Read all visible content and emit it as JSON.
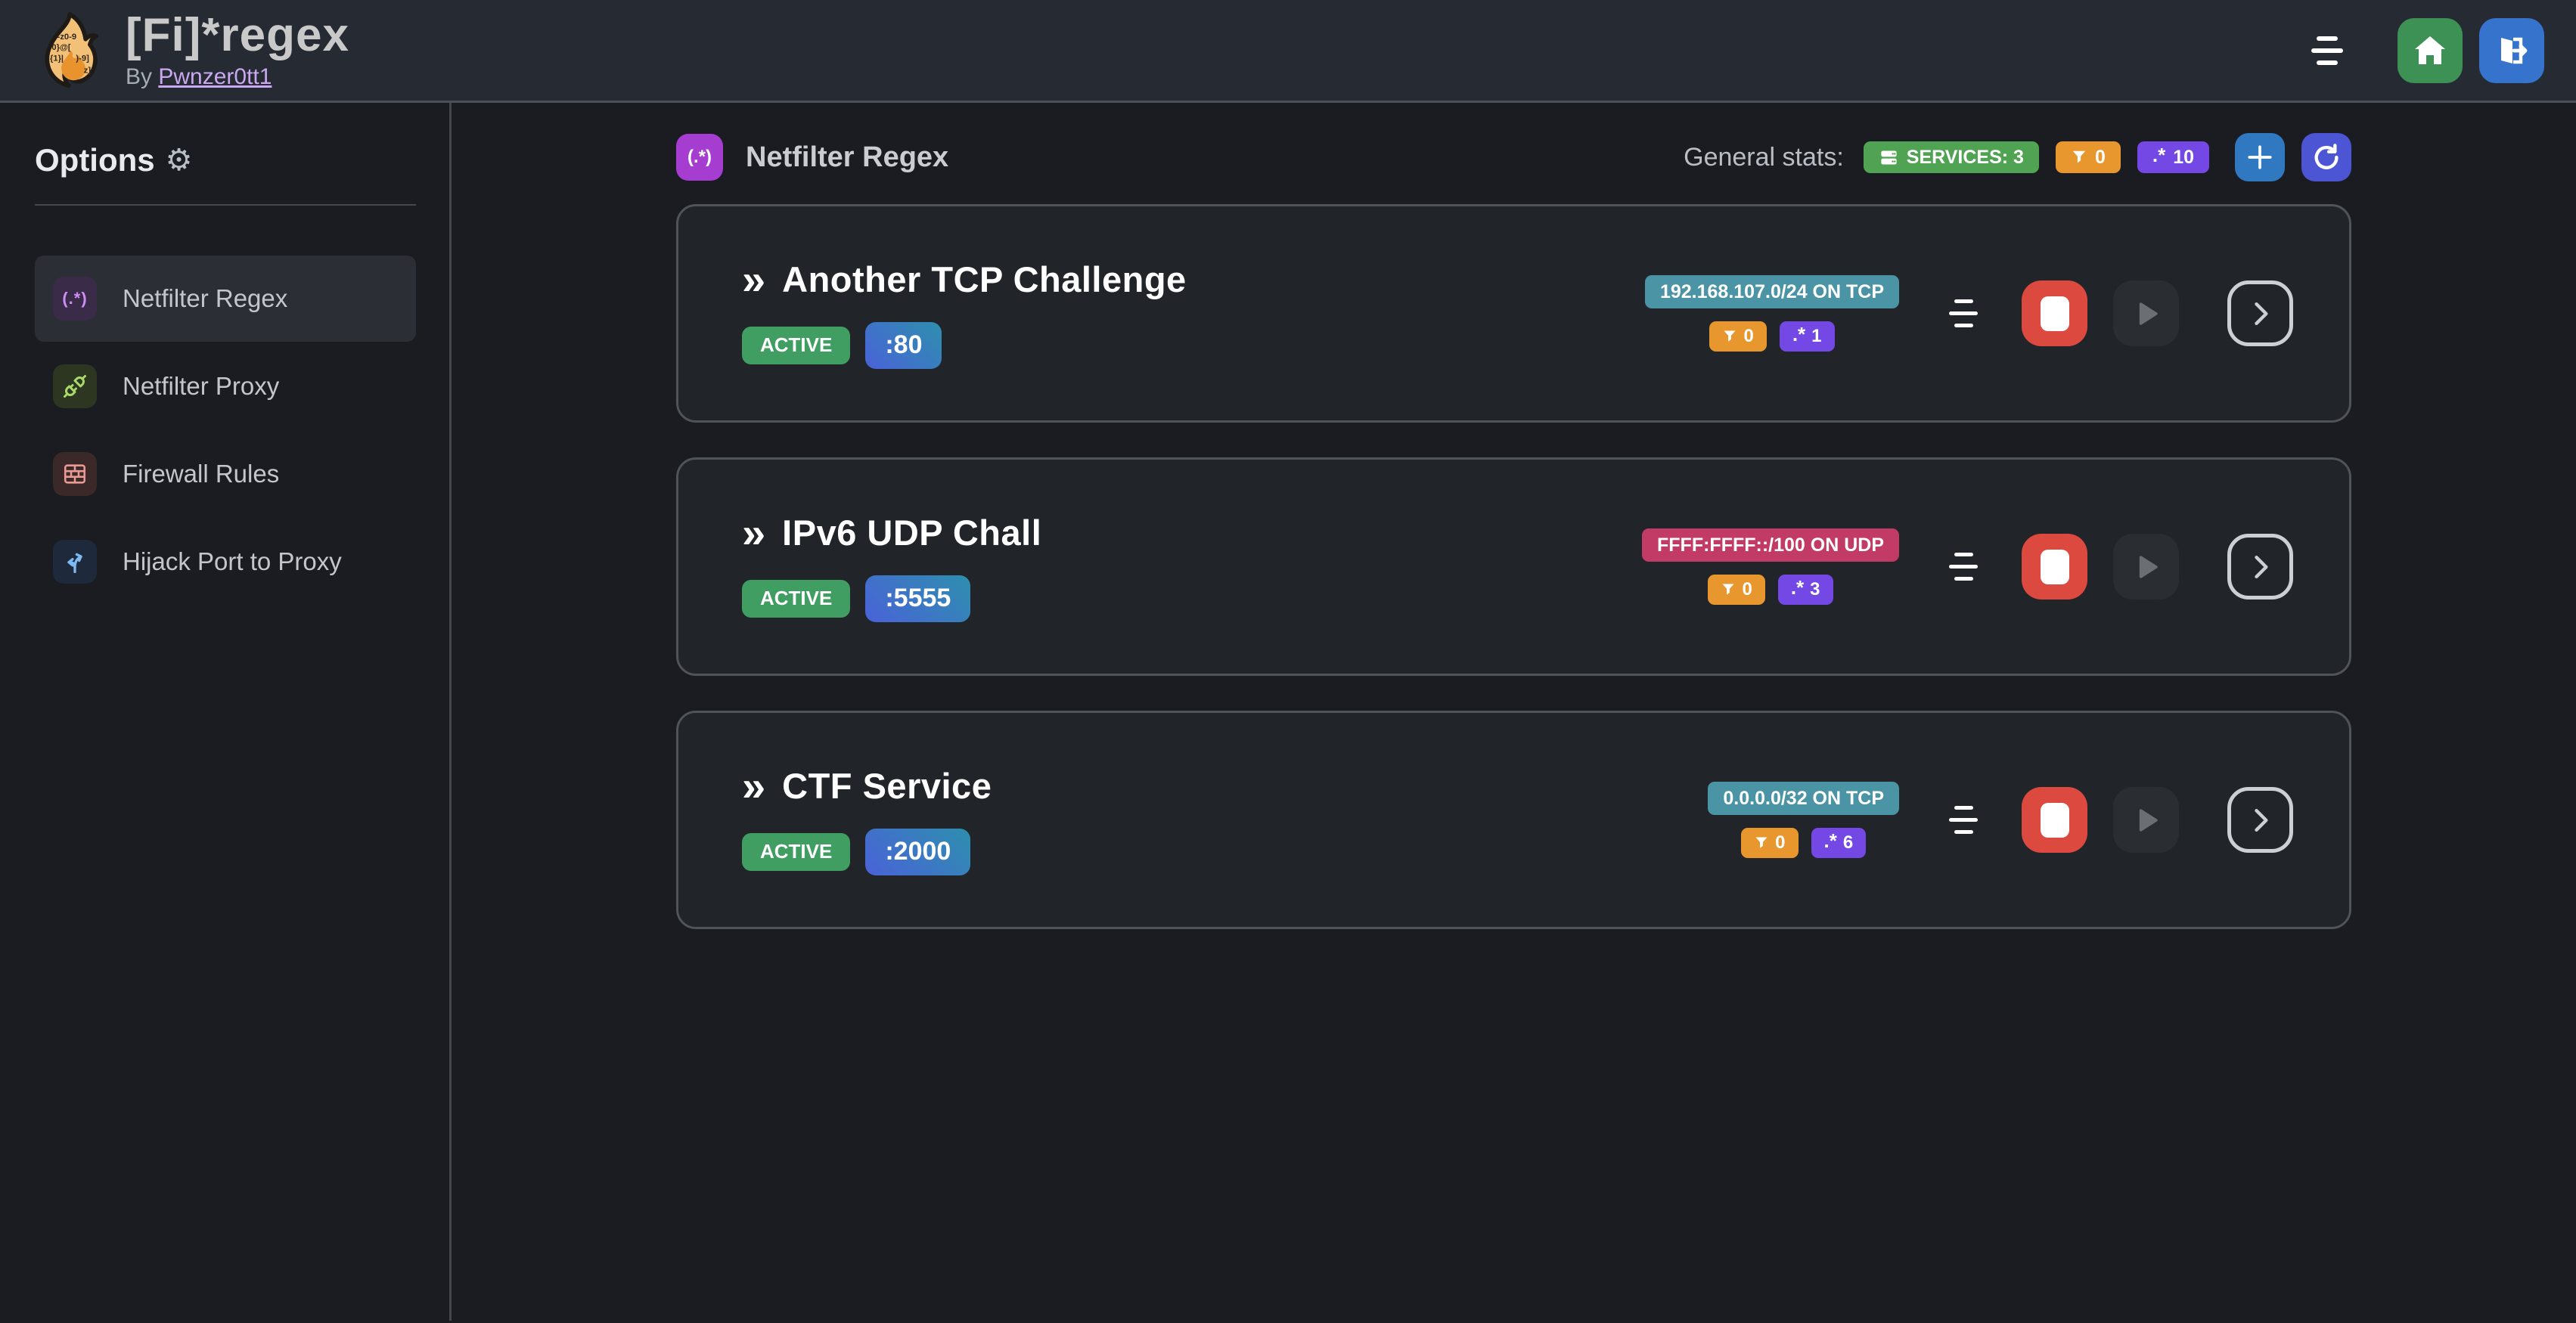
{
  "glyphs": {
    "gear": "⚙",
    "chevrons": "»",
    "regex_paren": "(.*)",
    "regex_dotstar": ".*"
  },
  "header": {
    "app_title": "[Fi]*regex",
    "byline_prefix": "By",
    "byline_link": "Pwnzer0tt1"
  },
  "sidebar": {
    "heading": "Options",
    "items": [
      {
        "label": "Netfilter Regex",
        "active": true
      },
      {
        "label": "Netfilter Proxy",
        "active": false
      },
      {
        "label": "Firewall Rules",
        "active": false
      },
      {
        "label": "Hijack Port to Proxy",
        "active": false
      }
    ]
  },
  "main": {
    "section_title": "Netfilter Regex",
    "stats_label": "General stats:",
    "stats": {
      "services": "SERVICES: 3",
      "filtered_connections": "0",
      "regex_count": "10"
    }
  },
  "services": [
    {
      "name": "Another TCP Challenge",
      "status": "ACTIVE",
      "port": ":80",
      "address": "192.168.107.0/24 ON TCP",
      "filtered": "0",
      "regexes": "1"
    },
    {
      "name": "IPv6 UDP Chall",
      "status": "ACTIVE",
      "port": ":5555",
      "address": "FFFF:FFFF::/100 ON UDP",
      "filtered": "0",
      "regexes": "3"
    },
    {
      "name": "CTF Service",
      "status": "ACTIVE",
      "port": ":2000",
      "address": "0.0.0.0/32 ON TCP",
      "filtered": "0",
      "regexes": "6"
    }
  ],
  "colors": {
    "page_bg": "#1a1c21",
    "header_bg": "#262a33",
    "card_bg": "#212429",
    "card_border": "#4f535a",
    "accent_purple": "#a53dd1",
    "active_green": "#409e63",
    "services_green": "#4fa352",
    "orange_badge": "#e8962e",
    "violet_badge": "#7448e4",
    "teal_badge": "#4b94a6",
    "pink_badge": "#c23b66",
    "port_gradient_start": "#4a62d8",
    "port_gradient_end": "#2d8fae",
    "stop_red": "#dc4a3f",
    "home_green": "#3e9155",
    "logout_blue": "#3673cc"
  }
}
